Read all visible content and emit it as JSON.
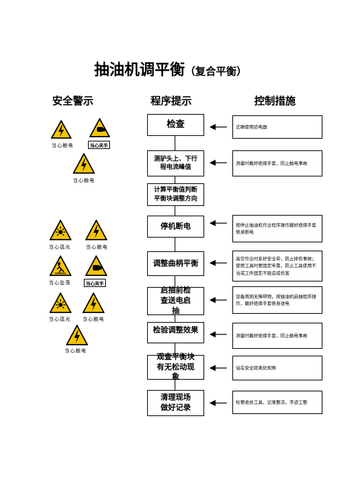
{
  "title": {
    "main": "抽油机调平衡",
    "sub": "（复合平衡）"
  },
  "columns": {
    "safety": "安全警示",
    "procedure": "程序提示",
    "measures": "控制措施"
  },
  "steps": [
    {
      "label": "检查",
      "measure": "正确使用验电器"
    },
    {
      "label": "测驴头上、下行程电流峰值",
      "measure": "测量时戴好绝缘手套，防止触电事故"
    },
    {
      "label": "计算平衡值判断平衡块调整方向",
      "measure": ""
    },
    {
      "label": "停机断电",
      "measure": "按停止抽油机作业程序操作戴好绝缘手套侧身断电"
    },
    {
      "label": "调整曲柄平衡",
      "measure": "高空作业时系好安全带，防止摔伤事故；使用工具时要固定牢靠，防止工具使用不当或工件固定不稳造成伤害"
    },
    {
      "label": "启抽前检查送电启抽",
      "measure": "设备周围无障碍物，按抽油机启抽程序操作，戴好绝缘手套侧身送电"
    },
    {
      "label": "检验调整效果",
      "measure": "测量时戴好绝缘手套，防止触电事故"
    },
    {
      "label": "观查平衡块有无松动现象",
      "measure": "站在安全距离处观察"
    },
    {
      "label": "清理现场做好记录",
      "measure": "检要收拾工具，记录整洁，字迹工整"
    }
  ],
  "signs": {
    "electric": "当心触电",
    "pinch": "当心夹手",
    "arc": "当心弧光",
    "fall": "当心坠落"
  },
  "colors": {
    "sign_yellow": "#f4c400",
    "line": "#000000"
  }
}
